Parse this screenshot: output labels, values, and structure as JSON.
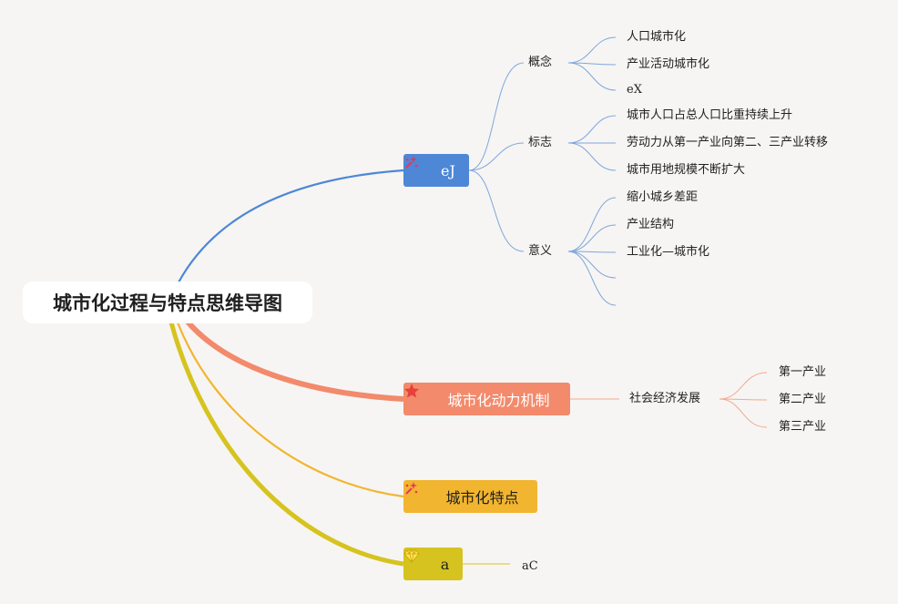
{
  "root": {
    "title": "城市化过程与特点思维导图"
  },
  "branch1": {
    "label": "eJ",
    "icon": "sparkle-icon",
    "color": "#4e87d6",
    "children": [
      {
        "label": "概念",
        "items": [
          "人口城市化",
          "产业活动城市化",
          "eX"
        ]
      },
      {
        "label": "标志",
        "items": [
          "城市人口占总人口比重持续上升",
          "劳动力从第一产业向第二、三产业转移",
          "城市用地规模不断扩大"
        ]
      },
      {
        "label": "意义",
        "items": [
          "缩小城乡差距",
          "产业结构",
          "工业化—城市化",
          "",
          ""
        ]
      }
    ]
  },
  "branch2": {
    "label": "城市化动力机制",
    "icon": "star-icon",
    "color": "#f28a6b",
    "child": {
      "label": "社会经济发展",
      "items": [
        "第一产业",
        "第二产业",
        "第三产业"
      ]
    }
  },
  "branch3": {
    "label": "城市化特点",
    "icon": "sparkle-icon",
    "color": "#f2b52f"
  },
  "branch4": {
    "label": "a",
    "icon": "diamond-icon",
    "color": "#d6c31f",
    "child": {
      "label": "aC"
    }
  }
}
